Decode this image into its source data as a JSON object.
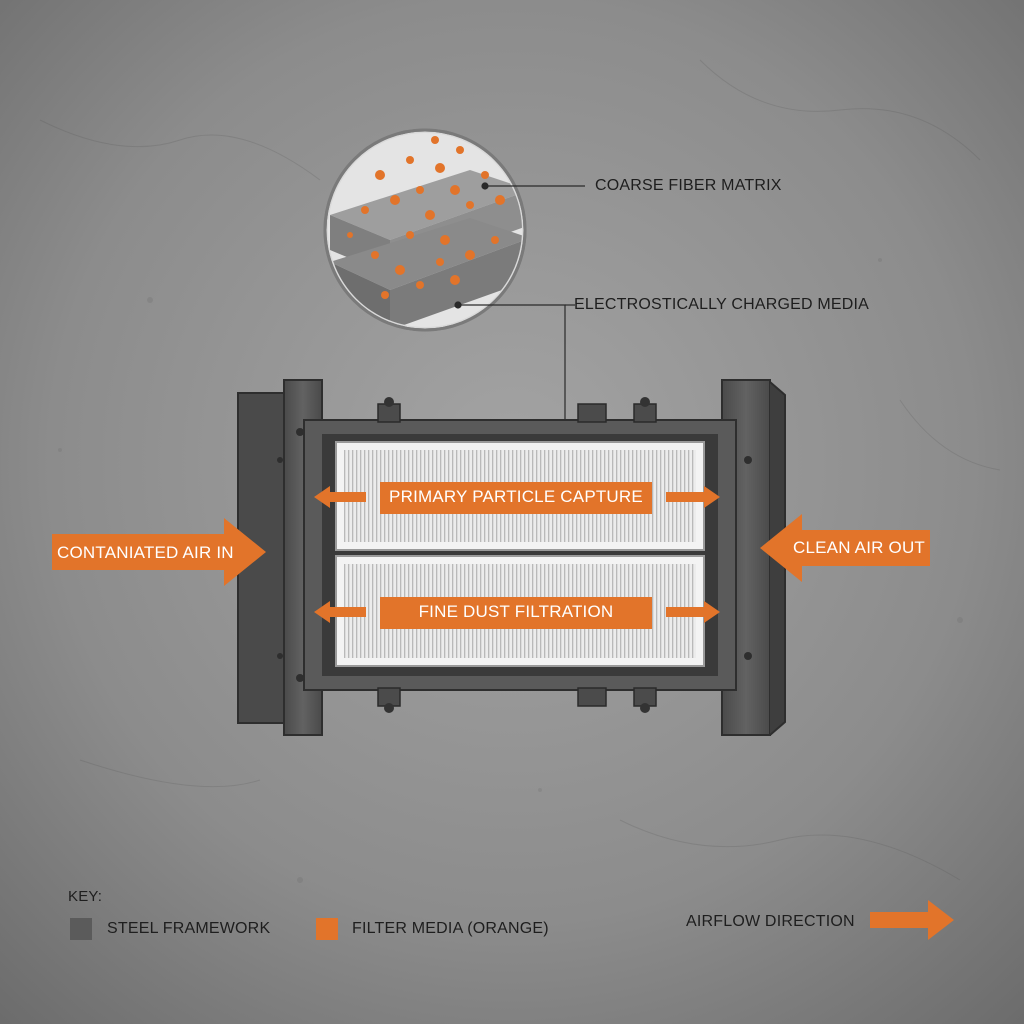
{
  "callouts": {
    "coarse": "COARSE FIBER MATRIX",
    "charged": "ELECTROSTICALLY CHARGED MEDIA"
  },
  "filter": {
    "upper_label": "PRIMARY PARTICLE CAPTURE",
    "lower_label": "FINE DUST FILTRATION"
  },
  "flow": {
    "inlet": "CONTANIATED AIR IN",
    "outlet": "CLEAN AIR OUT"
  },
  "legend": {
    "title": "KEY:",
    "steel": "STEEL FRAMEWORK",
    "media": "FILTER MEDIA (ORANGE)",
    "airflow": "AIRFLOW DIRECTION"
  },
  "colors": {
    "accent": "#e2742a",
    "steel": "#5b5b5b",
    "background": "#8e8e8e"
  },
  "icons": {
    "zoom": "magnifier-circle-icon",
    "airflow": "right-arrow-icon"
  }
}
